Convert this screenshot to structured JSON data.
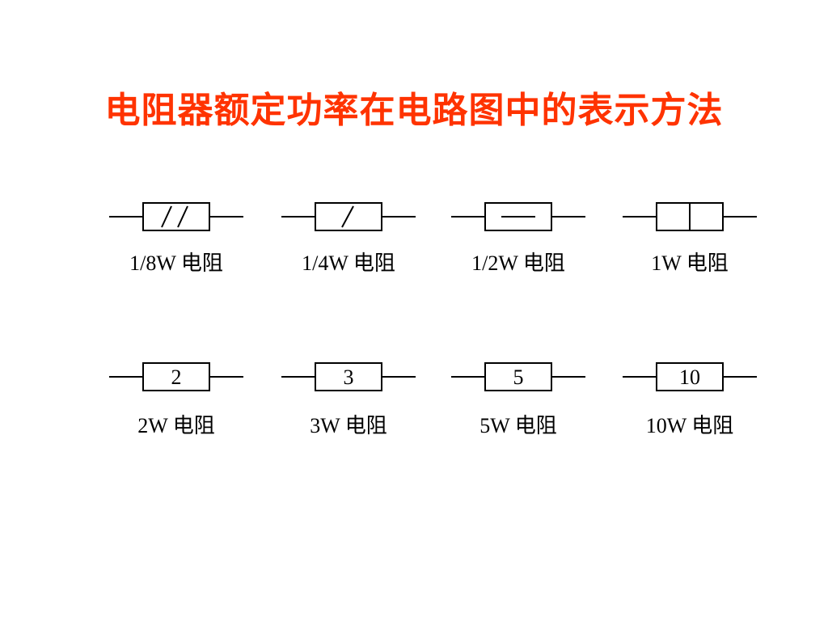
{
  "title": "电阻器额定功率在电路图中的表示方法",
  "title_color": "#ff3300",
  "rows": [
    [
      {
        "marking": "double-slash",
        "label": "1/8W 电阻"
      },
      {
        "marking": "single-slash",
        "label": "1/4W 电阻"
      },
      {
        "marking": "horizontal-bar",
        "label": "1/2W 电阻"
      },
      {
        "marking": "vertical-bar",
        "label": "1W 电阻"
      }
    ],
    [
      {
        "marking": "number",
        "text": "2",
        "label": "2W 电阻"
      },
      {
        "marking": "number",
        "text": "3",
        "label": "3W 电阻"
      },
      {
        "marking": "number",
        "text": "5",
        "label": "5W 电阻"
      },
      {
        "marking": "number",
        "text": "10",
        "label": "10W 电阻"
      }
    ]
  ]
}
